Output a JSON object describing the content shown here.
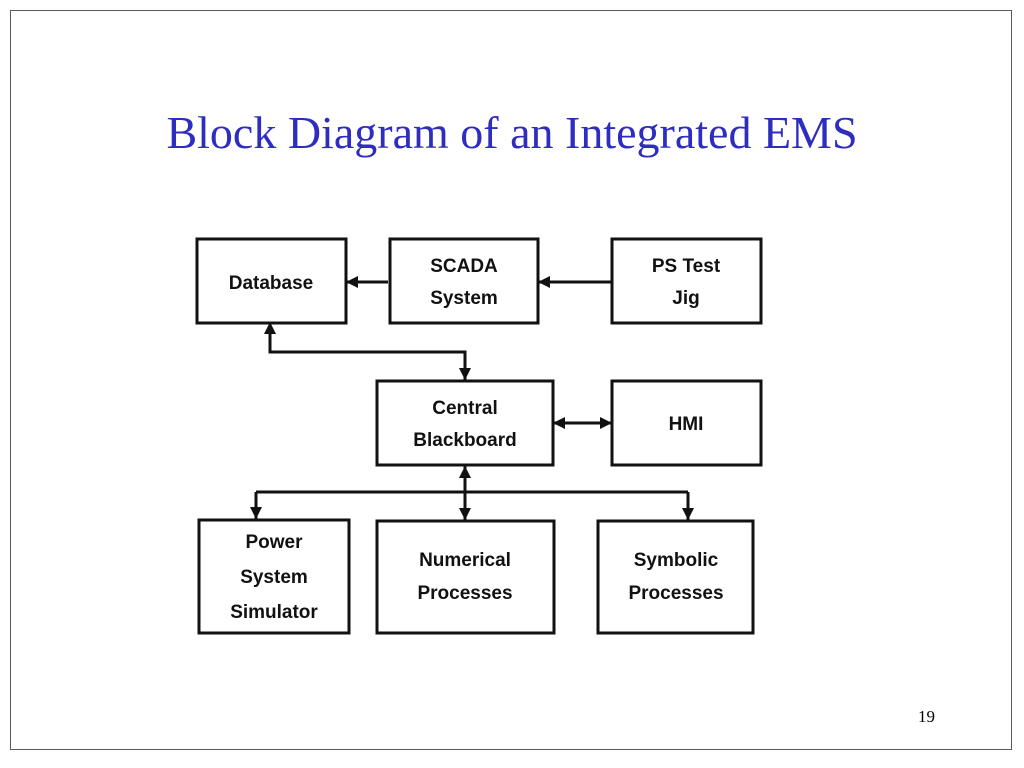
{
  "slide": {
    "title": "Block Diagram of an Integrated EMS",
    "page_number": "19"
  },
  "diagram": {
    "blocks": {
      "database": [
        "Database"
      ],
      "scada": [
        "SCADA",
        "System"
      ],
      "ps_test": [
        "PS Test",
        "Jig"
      ],
      "central": [
        "Central",
        "Blackboard"
      ],
      "hmi": [
        "HMI"
      ],
      "power_sim": [
        "Power",
        "System",
        "Simulator"
      ],
      "numerical": [
        "Numerical",
        "Processes"
      ],
      "symbolic": [
        "Symbolic",
        "Processes"
      ]
    }
  }
}
